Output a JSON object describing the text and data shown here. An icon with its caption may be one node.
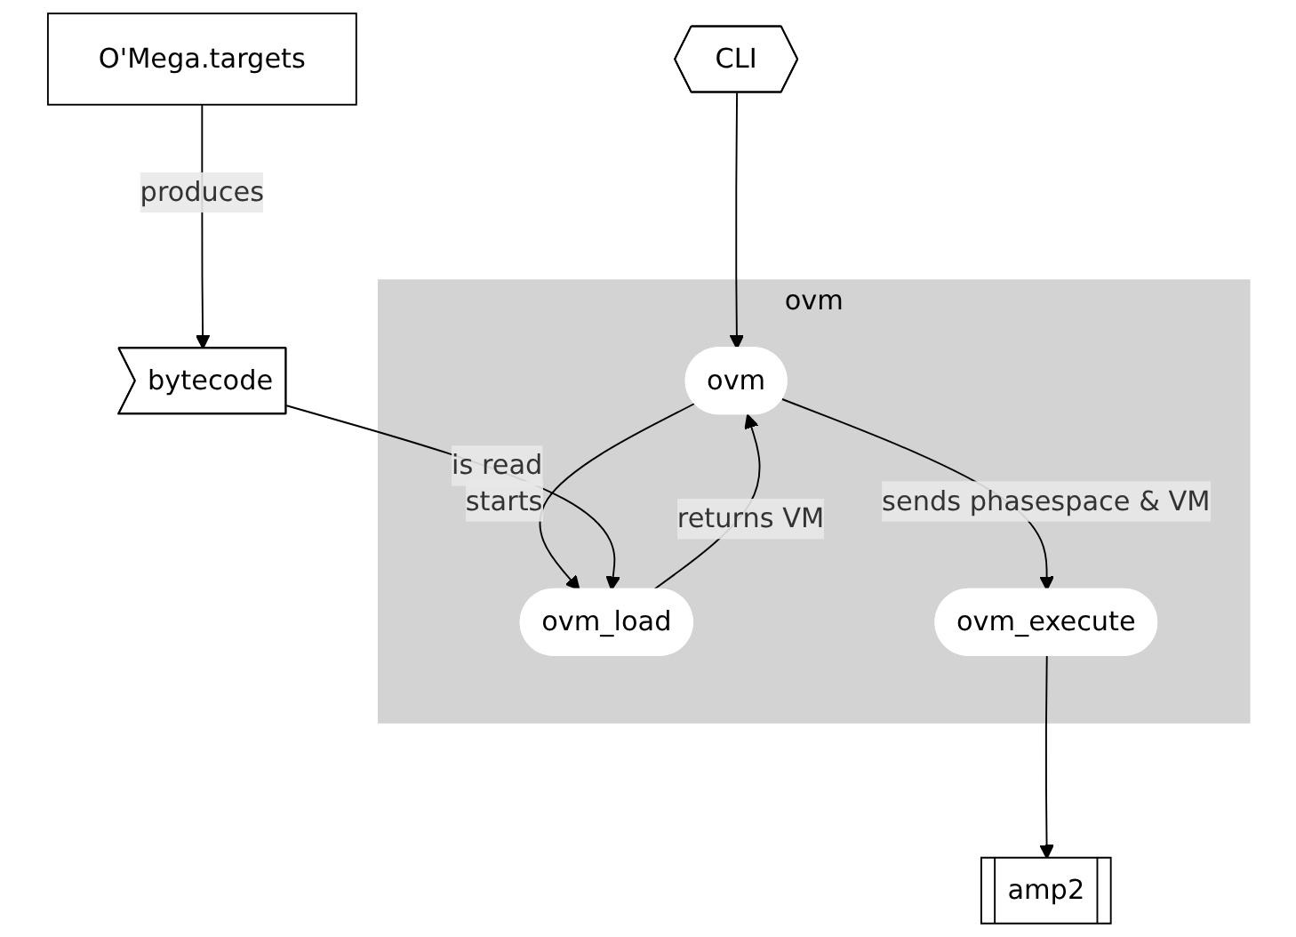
{
  "diagram": {
    "nodes": [
      {
        "text": [
          "CLI"
        ]
      },
      {
        "text": [
          "ovm"
        ]
      },
      {
        "text": [
          "ovm"
        ],
        "in": 1
      },
      {
        "text": [
          "ovm_load"
        ],
        "in": 1
      },
      {
        "text": [
          "ovm_execute"
        ],
        "in": 1
      },
      {
        "text": [
          "O'Mega.targets"
        ]
      },
      {
        "text": [
          "bytecode"
        ]
      },
      {
        "text": [
          "amp2"
        ]
      }
    ],
    "edges": [
      {
        "from": 0,
        "to": 2,
        "arrow": "to"
      },
      {
        "from": 2,
        "to": 3,
        "label": "starts",
        "arrow": "to"
      },
      {
        "from": 3,
        "to": 2,
        "label": "returns VM",
        "arrow": "to"
      },
      {
        "from": 2,
        "to": 4,
        "label": "sends phasespace & VM",
        "arrow": "to"
      },
      {
        "from": 5,
        "to": 6,
        "label": "produces",
        "arrow": "to"
      },
      {
        "from": 6,
        "to": 3,
        "label": "is read",
        "arrow": "to"
      },
      {
        "from": 4,
        "to": 7,
        "arrow": "to"
      }
    ]
  }
}
